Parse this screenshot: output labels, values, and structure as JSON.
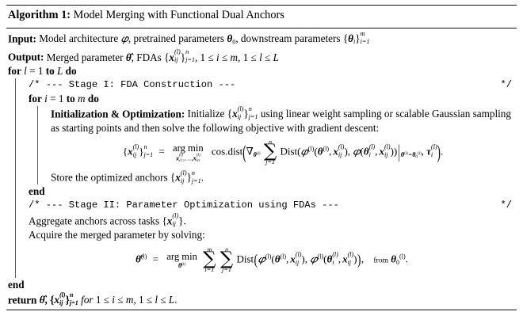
{
  "figure": {
    "title_label": "Algorithm 1:",
    "title_text": "Model Merging with Functional Dual Anchors"
  },
  "io": {
    "input_label": "Input:",
    "input_text": "Model architecture φ, pretrained parameters θ₀, downstream parameters {θᵢ}ᵢ₌₁ᵐ",
    "output_label": "Output:",
    "output_text": "Merged parameter θ̂, FDAs {x⁽ˡ⁾ᵢⱼ}ⱼ₌₁ⁿ, 1 ≤ i ≤ m, 1 ≤ l ≤ L"
  },
  "lines": {
    "for_outer": "for l = 1 to L do",
    "for_inner": "for i = 1 to m do",
    "end_inner": "end",
    "end_outer": "end",
    "return_label": "return",
    "return_text": "θ̂, {x⁽ˡ⁾ᵢⱼ}ⱼ₌₁ⁿ for 1 ≤ i ≤ m, 1 ≤ l ≤ L."
  },
  "comments": {
    "stage1": "/* --- Stage I: FDA Construction ---",
    "stage1_tail": "*/",
    "stage2": "/* --- Stage II: Parameter Optimization using FDAs ---",
    "stage2_tail": "*/"
  },
  "stage1": {
    "step_label": "Initialization & Optimization:",
    "step_text": "Initialize {x⁽ˡ⁾ᵢⱼ}ⱼ₌₁ⁿ using linear weight sampling or scalable Gaussian sampling as starting points and then solve the following objective with gradient descent:",
    "equation_plain": "{x⁽ˡ⁾ᵢⱼ}ⱼ₌₁ⁿ = arg min over x⁽ˡ⁾ᵢ₁,…,x⁽ˡ⁾ᵢₙ of cos.dist( ∇_θ⁽ˡ⁾ Σⱼ₌₁ⁿ Dist(φ⁽ˡ⁾(θ⁽ˡ⁾, x⁽ˡ⁾ᵢⱼ), φ(θ⁽ˡ⁾ᵢ, x⁽ˡ⁾ᵢⱼ)) |_{θ⁽ˡ⁾=θ₀⁽ˡ⁾}, τ⁽ˡ⁾ᵢ ).",
    "store_text": "Store the optimized anchors {x⁽ˡ⁾ᵢⱼ}ⱼ₌₁ⁿ."
  },
  "stage2": {
    "aggregate_text": "Aggregate anchors across tasks {x⁽ˡ⁾ᵢⱼ}.",
    "acquire_text": "Acquire the merged parameter by solving:",
    "equation_plain": "θ̂⁽ˡ⁾ = arg min over θ⁽ˡ⁾ of Σᵢ₌₁ᵐ Σⱼ₌₁ⁿ Dist( φ⁽ˡ⁾(θ⁽ˡ⁾, x⁽ˡ⁾ᵢⱼ), φ⁽ˡ⁾(θ⁽ˡ⁾ᵢ, x⁽ˡ⁾ᵢⱼ) ),  from θ₀⁽ˡ⁾.",
    "from_text": "from"
  },
  "symbols": {
    "theta": "θ",
    "theta_hat": "θ̂",
    "phi": "φ",
    "tau": "τ",
    "nabla": "∇",
    "sum": "∑",
    "leq": "≤",
    "x": "x",
    "dist": "Dist",
    "cosdist": "cos.dist",
    "argmin": "arg min",
    "ampersand_and": "&"
  },
  "colors": {
    "text": "#000000",
    "rule": "#111111",
    "indent_rail": "#5a5a5a",
    "background": "#ffffff"
  }
}
